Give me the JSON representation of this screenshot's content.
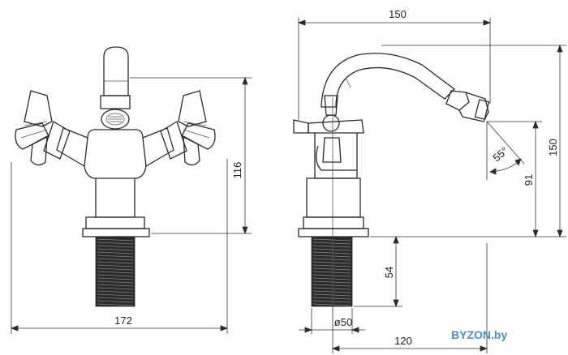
{
  "dimensions": {
    "front_width": "172",
    "front_height": "116",
    "side_length": "150",
    "side_height": "150",
    "spout_height": "91",
    "spray_angle": "55°",
    "thread_length": "54",
    "thread_diameter": "ø50",
    "reach": "120"
  },
  "watermark": "BYZON.by",
  "colors": {
    "line": "#2a2a2a",
    "thread": "#2b2b2b",
    "watermark": "#4a8fc8"
  }
}
